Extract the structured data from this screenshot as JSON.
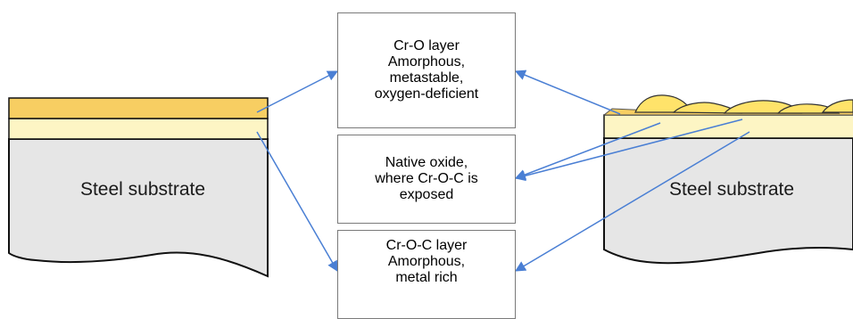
{
  "left_sample": {
    "substrate_label": "Steel substrate"
  },
  "right_sample": {
    "substrate_label": "Steel substrate"
  },
  "boxes": {
    "cr_o": {
      "lines": [
        "Cr-O layer",
        "Amorphous,",
        "metastable,",
        "oxygen-deficient"
      ]
    },
    "native_oxide": {
      "lines": [
        "Native oxide,",
        "where Cr-O-C is",
        "exposed"
      ]
    },
    "cr_o_c": {
      "lines": [
        "Cr-O-C layer",
        "Amorphous,",
        "metal rich"
      ]
    }
  },
  "colors": {
    "cr_o_layer": "#f7ce62",
    "cr_o_c_layer": "#fdf5c4",
    "substrate": "#e6e6e6",
    "islands": "#ffe36a",
    "arrow": "#4a7fd4",
    "outline": "#111111",
    "box_border": "#7a7a7a"
  }
}
